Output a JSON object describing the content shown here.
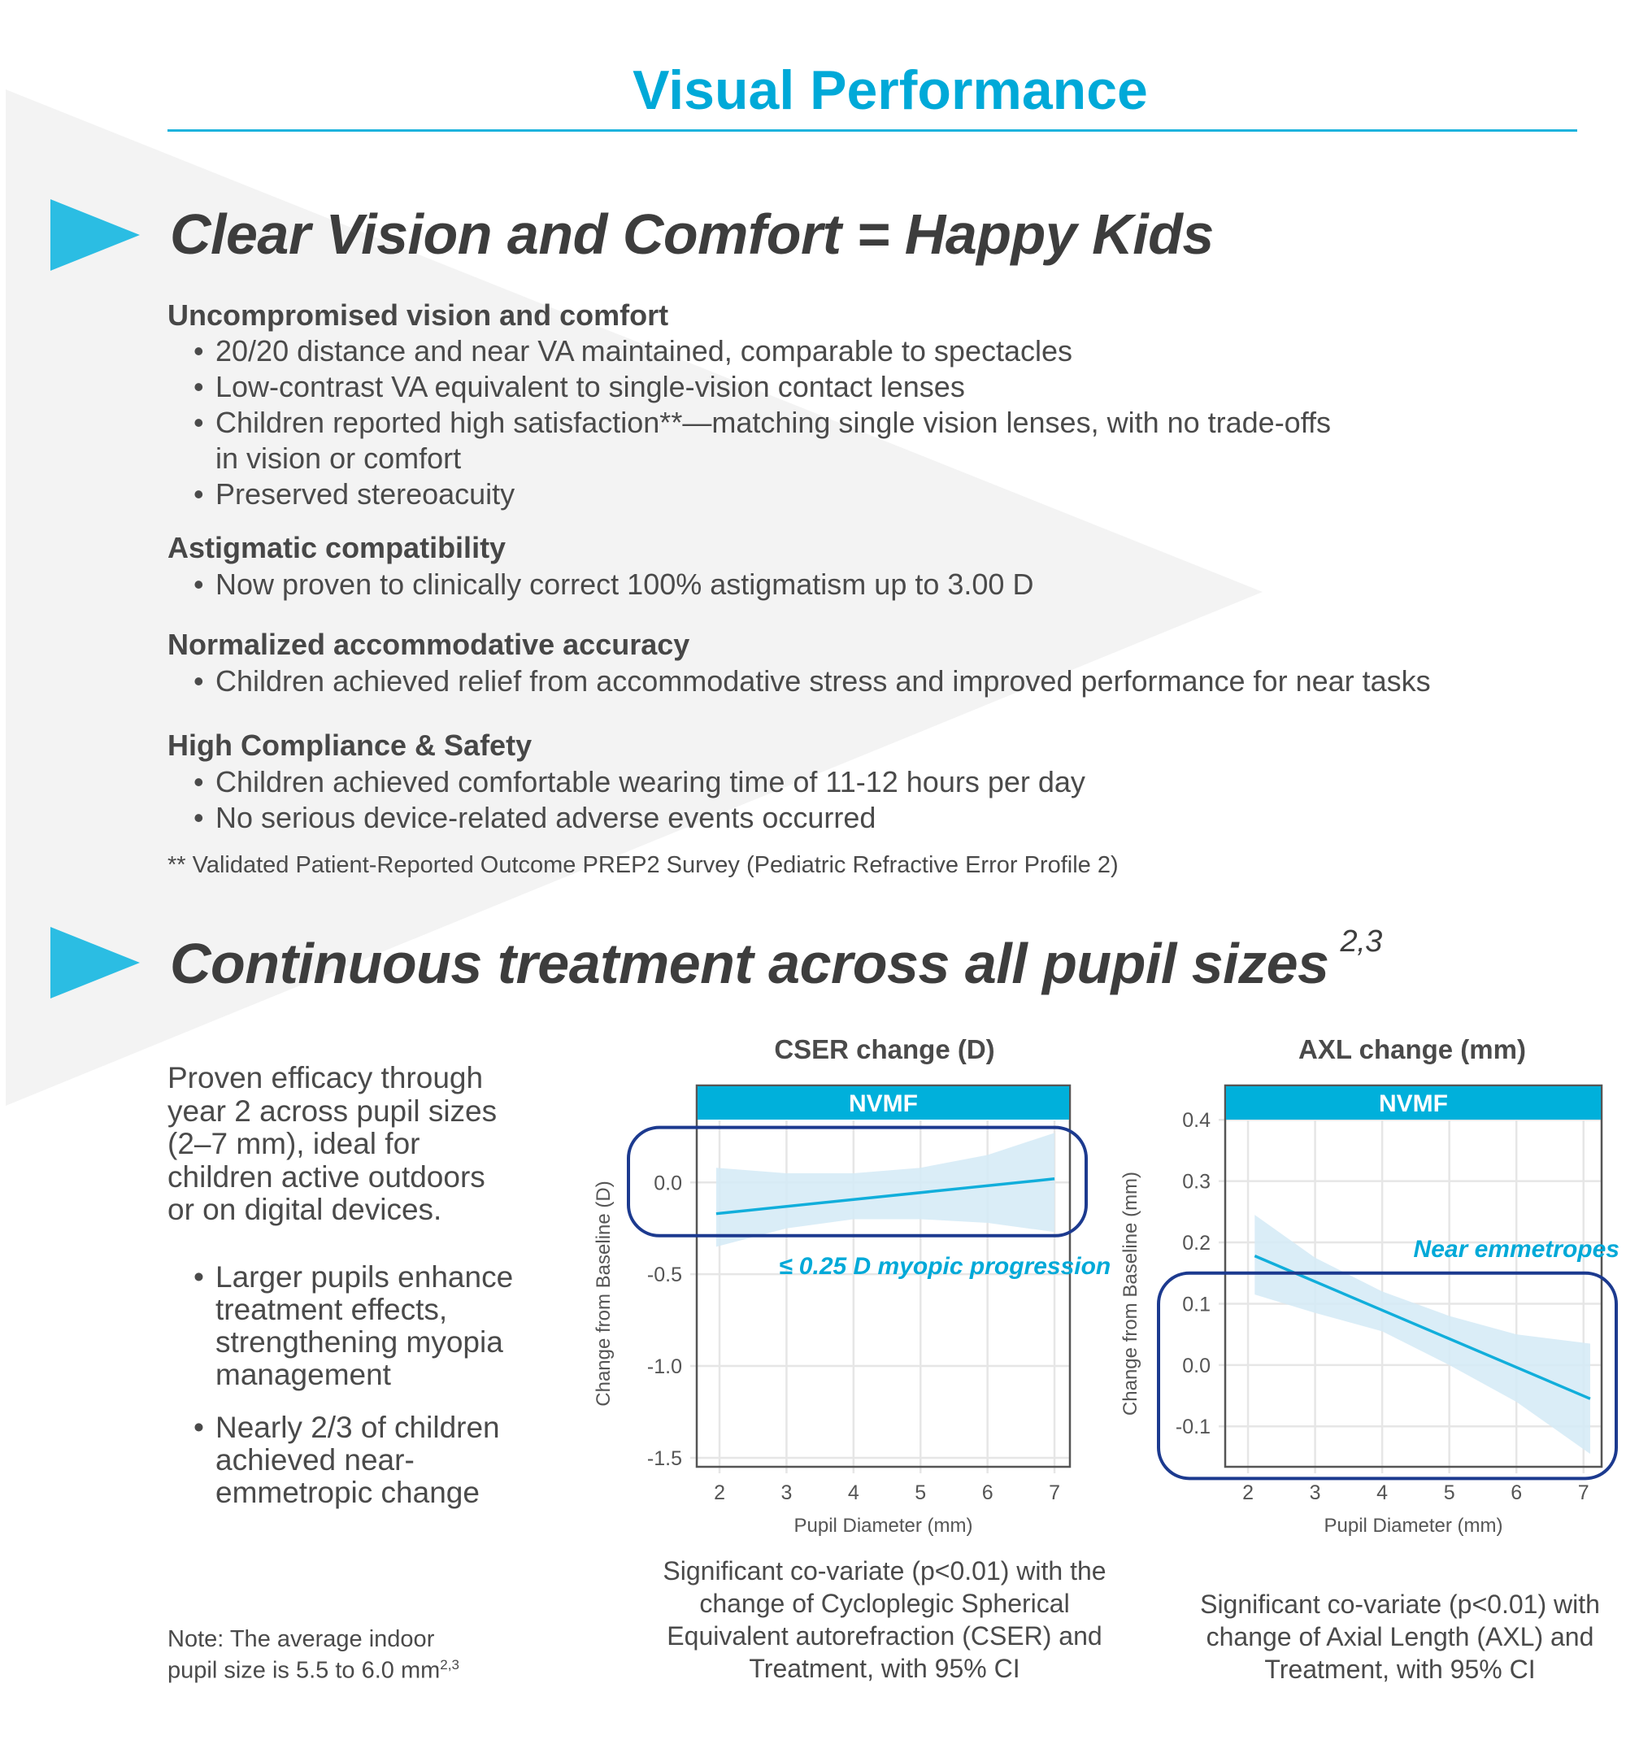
{
  "header": {
    "title": "Visual Performance"
  },
  "section1": {
    "heading": "Clear Vision and Comfort = Happy Kids",
    "groups": [
      {
        "title": "Uncompromised vision and comfort",
        "bullets": [
          "20/20 distance and near VA maintained, comparable to spectacles",
          "Low-contrast VA equivalent to single-vision contact lenses",
          "Children reported high satisfaction**—matching single vision lenses, with no trade-offs",
          "in vision or comfort",
          "Preserved stereoacuity"
        ]
      },
      {
        "title": "Astigmatic compatibility",
        "bullets": [
          "Now proven to clinically correct 100% astigmatism up to  3.00 D"
        ]
      },
      {
        "title": "Normalized accommodative accuracy",
        "bullets": [
          "Children achieved relief from accommodative stress and improved performance for near tasks"
        ]
      },
      {
        "title": "High Compliance & Safety",
        "bullets": [
          "Children achieved comfortable wearing time of 11-12 hours per day",
          "No serious device-related adverse events occurred"
        ]
      }
    ],
    "footnote": "** Validated Patient-Reported Outcome PREP2 Survey (Pediatric Refractive Error Profile 2)"
  },
  "section2": {
    "heading": "Continuous treatment across all pupil sizes",
    "heading_sup": "2,3",
    "intro_lines": [
      "Proven efficacy through",
      "year 2 across pupil sizes",
      "(2–7 mm), ideal for",
      "children active outdoors",
      "or on digital devices."
    ],
    "bullets": [
      {
        "lines": [
          "Larger pupils enhance",
          "treatment effects,",
          "strengthening myopia",
          "management"
        ]
      },
      {
        "lines": [
          "Nearly 2/3 of children",
          "achieved near-",
          "emmetropic change"
        ]
      }
    ],
    "note_lines": [
      "Note: The average indoor",
      "pupil size is 5.5 to 6.0 mm"
    ],
    "note_sup": "2,3"
  },
  "colors": {
    "accent": "#00a9d8",
    "strip": "#00b0db",
    "callout": "#1c3a8f",
    "ci_fill": "#d3eaf6",
    "line": "#11aedb"
  },
  "chart_data": [
    {
      "type": "line",
      "title": "CSER change (D)",
      "panel_label": "NVMF",
      "xlabel": "Pupil Diameter (mm)",
      "ylabel": "Change from Baseline (D)",
      "xlim": [
        1.66,
        7.23
      ],
      "ylim": [
        -1.549,
        0.338
      ],
      "xticks": [
        2,
        3,
        4,
        5,
        6,
        7
      ],
      "yticks": [
        0.0,
        -0.5,
        -1.0,
        -1.5
      ],
      "ytick_labels": [
        "0.0",
        "-0.5",
        "-1.0",
        "-1.5"
      ],
      "series": [
        {
          "name": "NVMF fit",
          "x": [
            1.95,
            7.0
          ],
          "y": [
            -0.17,
            0.02
          ]
        }
      ],
      "ci": {
        "x": [
          1.95,
          3,
          4,
          5,
          6,
          7
        ],
        "upper": [
          0.08,
          0.05,
          0.05,
          0.08,
          0.15,
          0.27
        ],
        "lower": [
          -0.35,
          -0.25,
          -0.2,
          -0.2,
          -0.22,
          -0.27
        ]
      },
      "callout": {
        "label": "≤ 0.25 D myopic progression",
        "y_range": [
          -0.29,
          0.3
        ]
      },
      "caption_lines": [
        "Significant co-variate (p<0.01) with the",
        "change of Cycloplegic Spherical",
        "Equivalent autorefraction (CSER) and",
        "Treatment, with 95% CI"
      ]
    },
    {
      "type": "line",
      "title": "AXL change (mm)",
      "panel_label": "NVMF",
      "xlabel": "Pupil Diameter (mm)",
      "ylabel": "Change from Baseline (mm)",
      "xlim": [
        1.66,
        7.27
      ],
      "ylim": [
        -0.166,
        0.399
      ],
      "xticks": [
        2,
        3,
        4,
        5,
        6,
        7
      ],
      "yticks": [
        0.4,
        0.3,
        0.2,
        0.1,
        0.0,
        -0.1
      ],
      "ytick_labels": [
        "0.4",
        "0.3",
        "0.2",
        "0.1",
        "0.0",
        "-0.1"
      ],
      "series": [
        {
          "name": "NVMF fit",
          "x": [
            2.1,
            7.1
          ],
          "y": [
            0.178,
            -0.055
          ]
        }
      ],
      "ci": {
        "x": [
          2.1,
          3,
          4,
          5,
          6,
          7.1
        ],
        "upper": [
          0.245,
          0.175,
          0.12,
          0.08,
          0.05,
          0.035
        ],
        "lower": [
          0.115,
          0.085,
          0.055,
          0.0,
          -0.06,
          -0.145
        ]
      },
      "callout": {
        "label": "Near emmetropes",
        "y_range": [
          -0.185,
          0.15
        ]
      },
      "caption_lines": [
        "Significant co-variate (p<0.01) with",
        "change of Axial Length (AXL) and",
        "Treatment, with 95% CI"
      ]
    }
  ]
}
